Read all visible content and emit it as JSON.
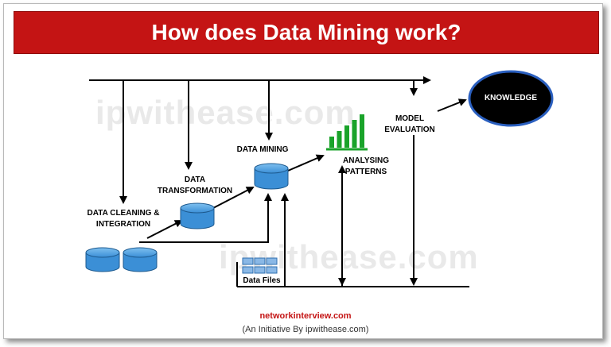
{
  "title": "How does Data Mining work?",
  "watermarks": [
    "ipwithease.com",
    "ipwithease.com"
  ],
  "labels": {
    "data_cleaning": [
      "DATA CLEANING &",
      "INTEGRATION"
    ],
    "data_transformation": [
      "DATA",
      "TRANSFORMATION"
    ],
    "data_mining": "DATA MINING",
    "analysing_patterns": [
      "ANALYSING",
      "PATTERNS"
    ],
    "model_evaluation": [
      "MODEL",
      "EVALUATION"
    ],
    "knowledge": "KNOWLEDGE",
    "data_files": "Data Files"
  },
  "footer": {
    "site": "networkinterview.com",
    "initiative": "(An Initiative By ipwithease.com)"
  },
  "colors": {
    "title_bg": "#c41414",
    "cylinder": "#3b8fd6",
    "chart_green": "#1aa32a",
    "knowledge_fill": "#000000",
    "knowledge_border": "#2a5fbf"
  },
  "chart_data": {
    "type": "bar",
    "values": [
      2,
      3,
      4,
      5,
      6
    ]
  }
}
